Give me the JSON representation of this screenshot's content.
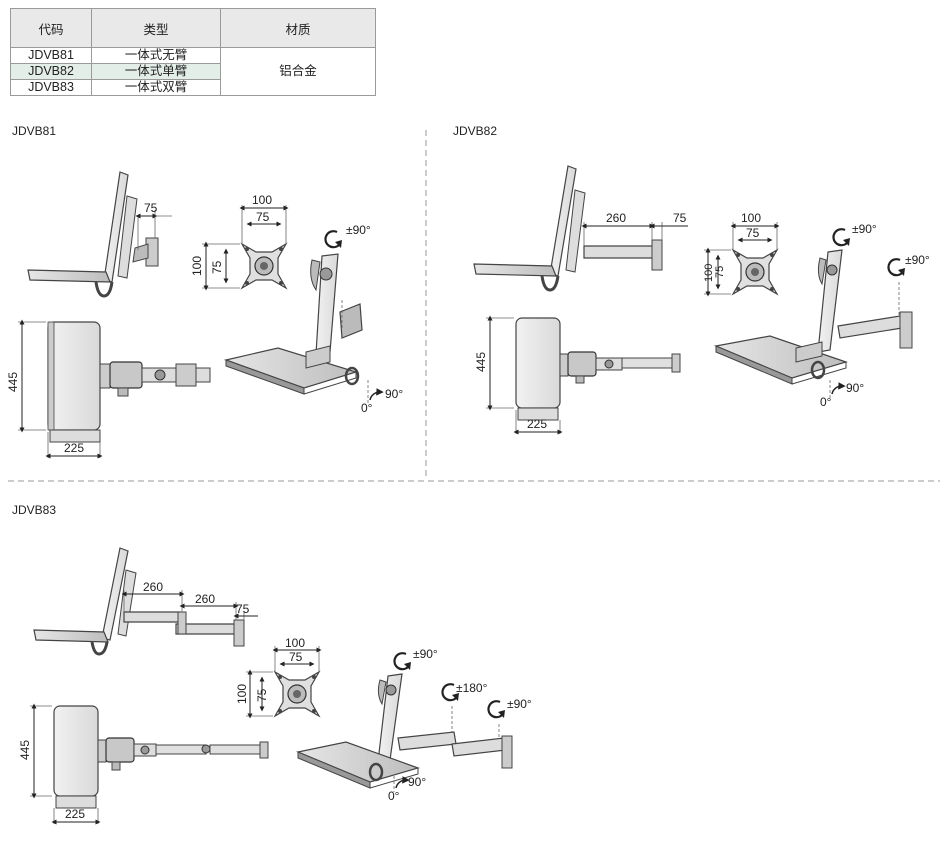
{
  "table": {
    "headers": [
      "代码",
      "类型",
      "材质"
    ],
    "rows": [
      {
        "code": "JDVB81",
        "type": "一体式无臂"
      },
      {
        "code": "JDVB82",
        "type": "一体式单臂"
      },
      {
        "code": "JDVB83",
        "type": "一体式双臂"
      }
    ],
    "material": "铝合金",
    "highlighted_row": "JDVB82",
    "highlight_color": "#e3eee9"
  },
  "sections": [
    {
      "label": "JDVB81",
      "dims": {
        "d75_top": "75",
        "vesa_outer_w": "100",
        "vesa_inner_w": "75",
        "vesa_outer_h": "100",
        "vesa_inner_h": "75",
        "height": "445",
        "width": "225"
      },
      "angles": {
        "rot_top": "±90°",
        "tilt": "90°",
        "tilt_zero": "0°"
      }
    },
    {
      "label": "JDVB82",
      "dims": {
        "arm_len": "260",
        "end_len": "75",
        "vesa_outer_w": "100",
        "vesa_inner_w": "75",
        "vesa_outer_h": "100",
        "vesa_inner_h": "75",
        "height": "445",
        "width": "225"
      },
      "angles": {
        "rot_top": "±90°",
        "rot_arm": "±90°",
        "tilt": "90°",
        "tilt_zero": "0°"
      }
    },
    {
      "label": "JDVB83",
      "dims": {
        "arm1_len": "260",
        "arm2_len": "260",
        "end_len": "75",
        "vesa_outer_w": "100",
        "vesa_inner_w": "75",
        "vesa_outer_h": "100",
        "vesa_inner_h": "75",
        "height": "445",
        "width": "225"
      },
      "angles": {
        "rot_top": "±90°",
        "rot_mid": "±180°",
        "rot_arm": "±90°",
        "tilt": "90°",
        "tilt_zero": "0°"
      }
    }
  ]
}
